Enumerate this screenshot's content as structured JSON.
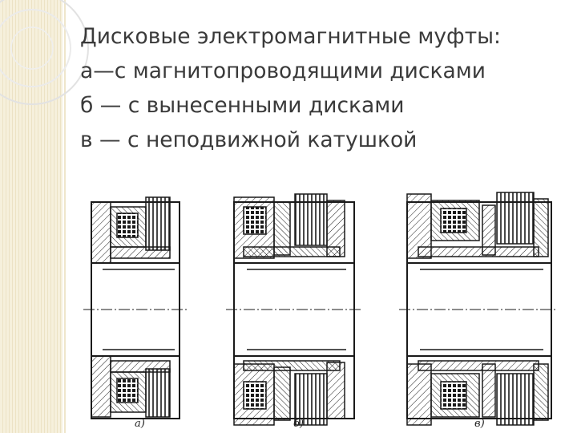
{
  "slide": {
    "title_lines": [
      "Дисковые электромагнитные муфты:",
      "а—с магнитопроводящими  дисками",
      "б — с вынесенными дисками",
      "в — с неподвижной катушкой"
    ]
  },
  "figure": {
    "captions": [
      "а)",
      "б)",
      "в)"
    ]
  },
  "colors": {
    "sidebar": "#f6f0dc",
    "text": "#3a3a3a",
    "drawing": "#1a1a1a"
  }
}
